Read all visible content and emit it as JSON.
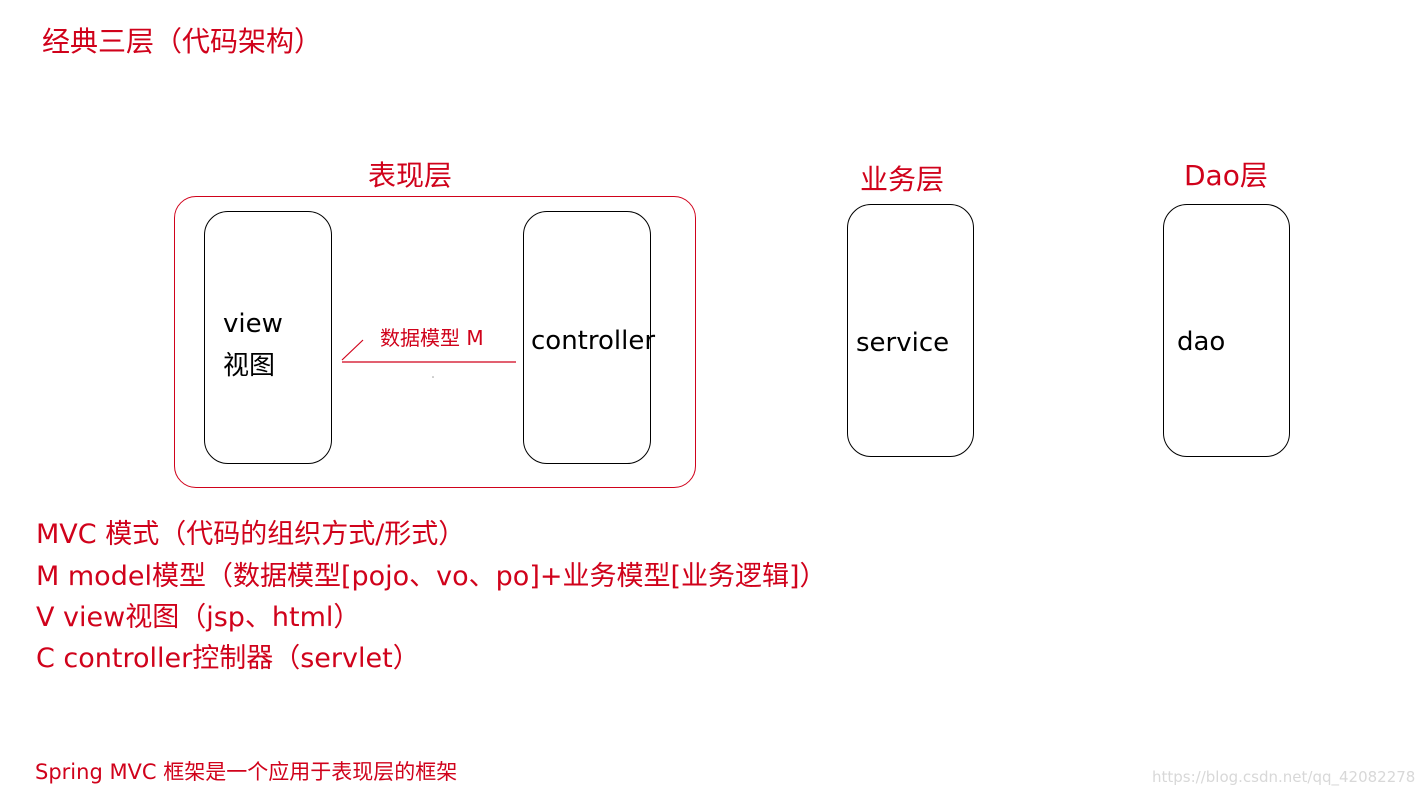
{
  "title": "经典三层（代码架构）",
  "layers": {
    "presentation": "表现层",
    "business": "业务层",
    "dao": "Dao层"
  },
  "nodes": {
    "view_en": "view",
    "view_cn": "视图",
    "controller": "controller",
    "service": "service",
    "dao": "dao"
  },
  "arrow_label": "数据模型 M",
  "mvc_lines": [
    "MVC 模式（代码的组织方式/形式）",
    "M model模型（数据模型[pojo、vo、po]+业务模型[业务逻辑]）",
    "V   view视图（jsp、html）",
    "C   controller控制器（servlet）"
  ],
  "footer_note": "Spring MVC 框架是一个应用于表现层的框架",
  "watermark": "https://blog.csdn.net/qq_42082278",
  "colors": {
    "accent": "#d0021b",
    "stroke": "#000000"
  }
}
